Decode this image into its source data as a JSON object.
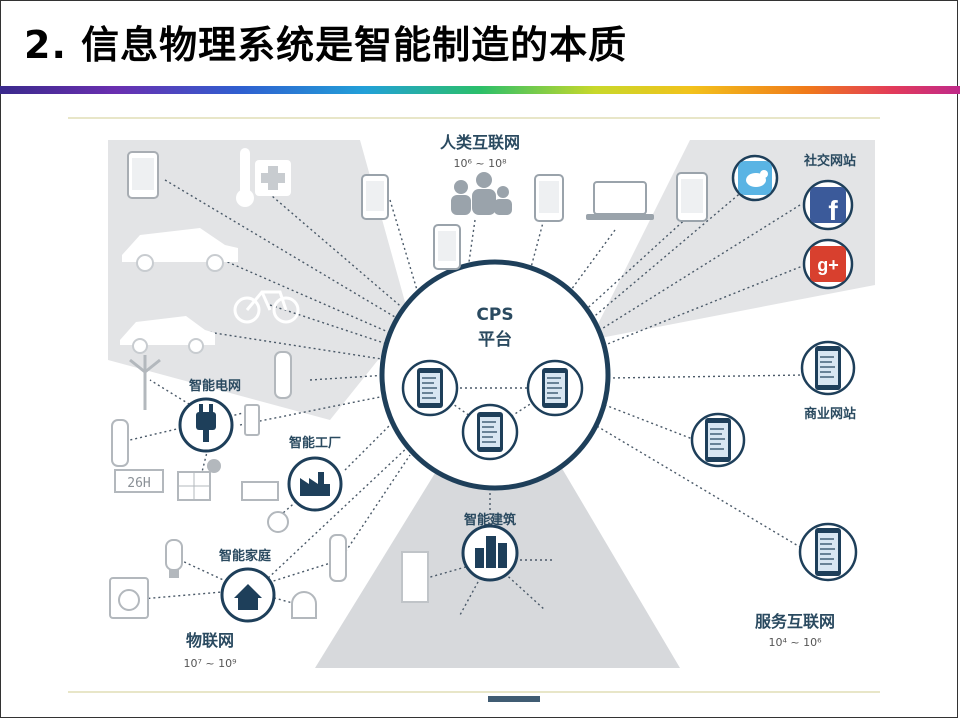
{
  "slide": {
    "title": "2. 信息物理系统是智能制造的本质"
  },
  "diagram": {
    "center": {
      "line1": "CPS",
      "line2": "平台"
    },
    "groups": {
      "human_internet": {
        "label": "人类互联网",
        "range": "10⁶ ~ 10⁸"
      },
      "social": {
        "label": "社交网站"
      },
      "commerce": {
        "label": "商业网站"
      },
      "services_internet": {
        "label": "服务互联网",
        "range": "10⁴ ~ 10⁶"
      },
      "iot": {
        "label": "物联网",
        "range": "10⁷ ~ 10⁹"
      },
      "smart_grid": {
        "label": "智能电网"
      },
      "smart_factory": {
        "label": "智能工厂"
      },
      "smart_home": {
        "label": "智能家庭"
      },
      "smart_building": {
        "label": "智能建筑"
      }
    },
    "icons": {
      "solar_display": "26H",
      "google_plus": "g+",
      "facebook": "f"
    }
  }
}
